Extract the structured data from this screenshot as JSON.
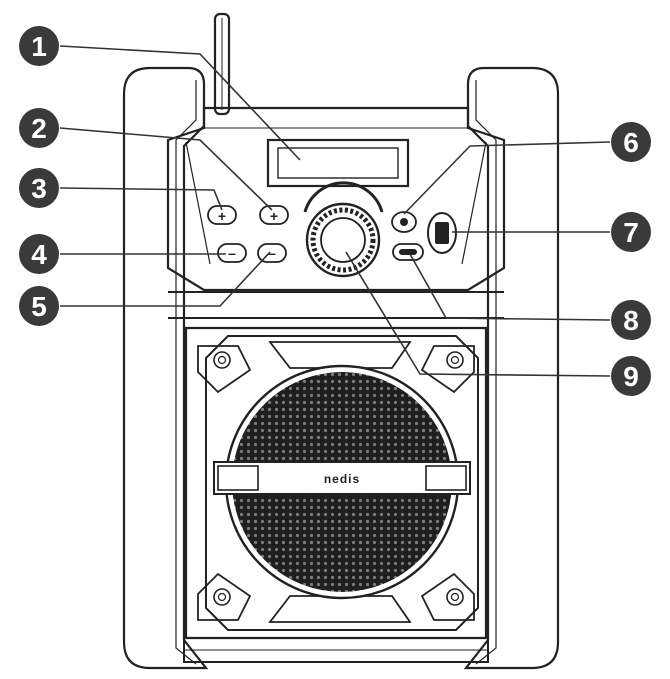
{
  "callouts": [
    {
      "number": "1"
    },
    {
      "number": "2"
    },
    {
      "number": "3"
    },
    {
      "number": "4"
    },
    {
      "number": "5"
    },
    {
      "number": "6"
    },
    {
      "number": "7"
    },
    {
      "number": "8"
    },
    {
      "number": "9"
    }
  ],
  "device": {
    "brand_logo_text": "nedis",
    "plus_symbol": "+",
    "minus_symbol": "–",
    "icons": [
      "antenna-icon",
      "lcd-display",
      "volume-knob",
      "speaker-grille",
      "battery-switch-icon"
    ]
  },
  "colors": {
    "outline": "#222222",
    "callout_fill": "#3a3a3a",
    "grille": "#2b2b2b",
    "background": "#ffffff"
  }
}
